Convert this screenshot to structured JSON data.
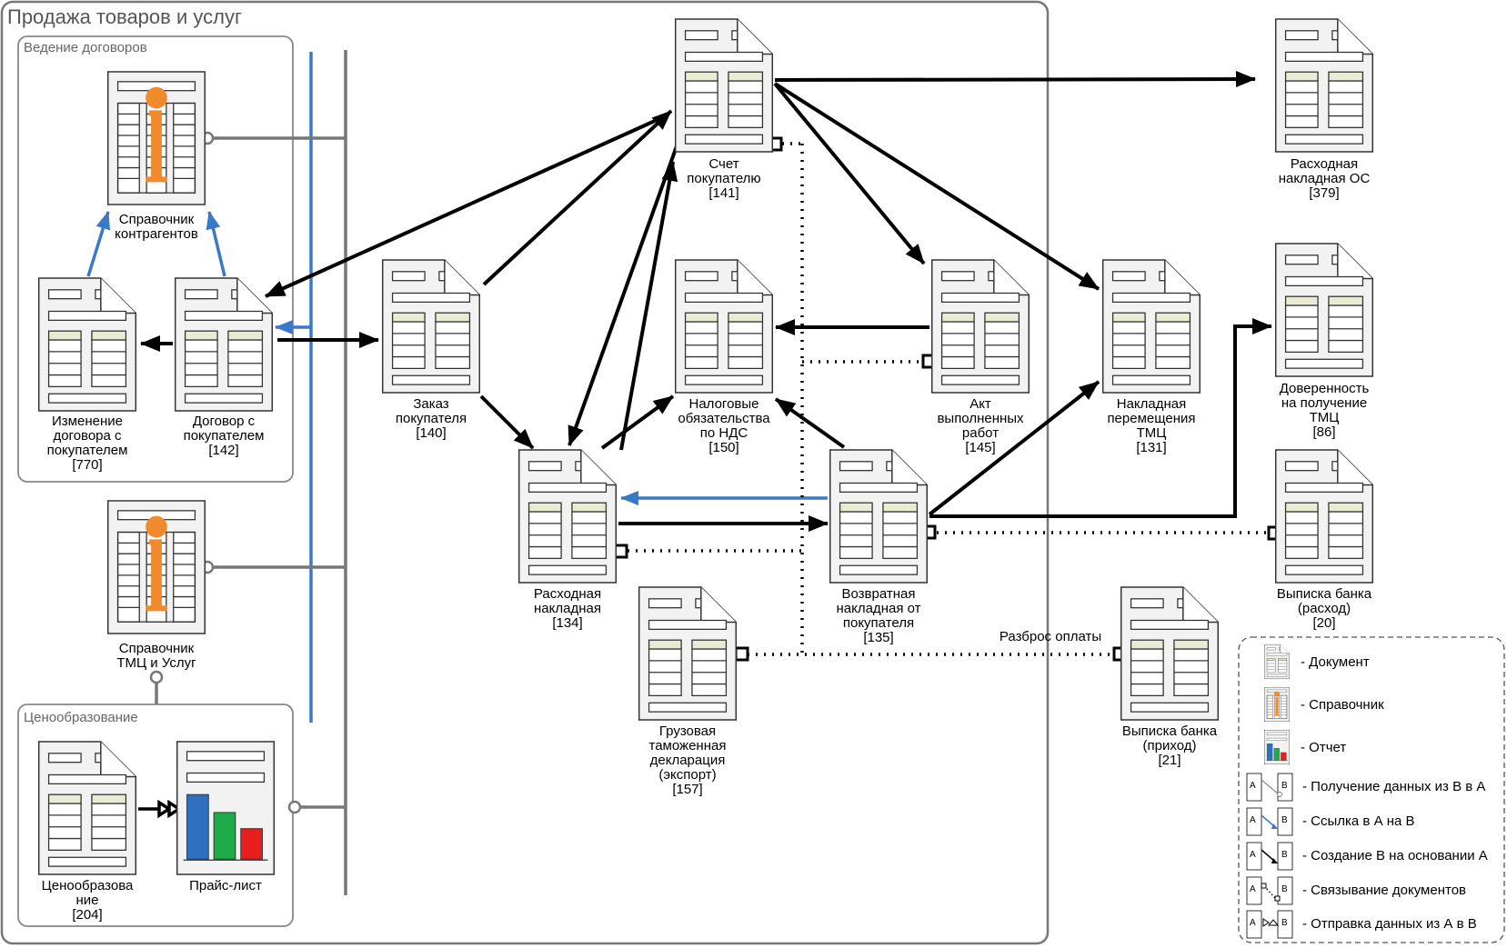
{
  "title": "Продажа товаров и услуг",
  "groups": {
    "contracts": "Ведение договоров",
    "pricing": "Ценообразование"
  },
  "nodes": {
    "ref_contractors": "Справочник\nконтрагентов",
    "contract_change": "Изменение\nдоговора с\nпокупателем\n[770]",
    "contract": "Договор с\nпокупателем\n[142]",
    "ref_goods": "Справочник\nТМЦ и Услуг",
    "pricing_doc": "Ценообразова\nние\n[204]",
    "price_list": "Прайс-лист",
    "order": "Заказ\nпокупателя\n[140]",
    "invoice": "Счет\nпокупателю\n[141]",
    "tax": "Налоговые\nобязательства\nпо НДС\n[150]",
    "act": "Акт\nвыполненных\nработ\n[145]",
    "transfer": "Накладная\nперемещения\nТМЦ\n[131]",
    "outgoing": "Расходная\nнакладная\n[134]",
    "return": "Возвратная\nнакладная от\nпокупателя\n[135]",
    "customs": "Грузовая\nтаможенная\nдекларация\n(экспорт)\n[157]",
    "bank_in": "Выписка банка\n(приход)\n[21]",
    "os_out": "Расходная\nнакладная ОС\n[379]",
    "proxy": "Доверенность\nна получение\nТМЦ\n[86]",
    "bank_out": "Выписка банка\n(расход)\n[20]"
  },
  "payment_spread": "Разброс оплаты",
  "legend": {
    "document": "- Документ",
    "reference": "- Справочник",
    "report": "- Отчет",
    "receive": "- Получение данных из В в А",
    "link": "- Ссылка в А на В",
    "create": "- Создание В на основании А",
    "bind": "- Связывание документов",
    "send": "- Отправка данных из А в В",
    "a": "A",
    "b": "B"
  },
  "colors": {
    "frame": "#777777",
    "link_blue": "#3a78c9",
    "ref_orange": "#f08a2c",
    "bar_blue": "#2f6fc0",
    "bar_green": "#1faa4a",
    "bar_red": "#e81d1d"
  }
}
